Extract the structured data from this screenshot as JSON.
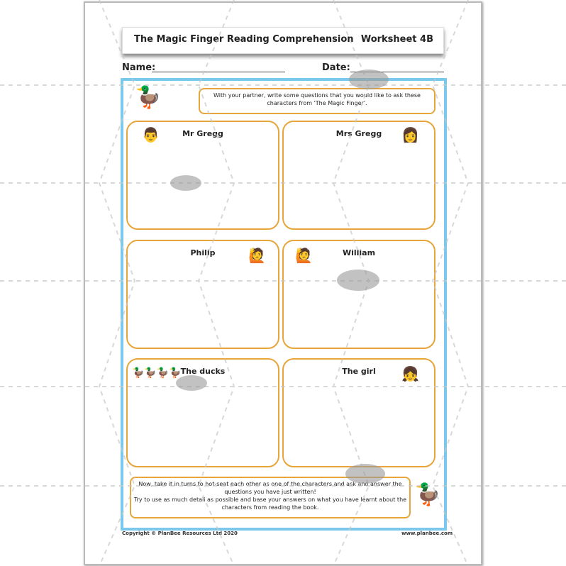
{
  "header": {
    "title": "The Magic Finger Reading Comprehension",
    "worksheet": "Worksheet 4B"
  },
  "fields": {
    "name_label": "Name:",
    "date_label": "Date:"
  },
  "instructions": {
    "top": "With your partner, write some questions that you would like to ask these characters from 'The Magic Finger'.",
    "bottom_1": "Now, take it in turns to hot-seat each other as one of the characters and ask and answer the questions you have just written!",
    "bottom_2": "Try to use as much detail as possible and base your answers on what you have learnt about the characters from reading the book."
  },
  "characters": [
    {
      "name": "Mr Gregg"
    },
    {
      "name": "Mrs Gregg"
    },
    {
      "name": "Philip"
    },
    {
      "name": "William"
    },
    {
      "name": "The ducks"
    },
    {
      "name": "The girl"
    }
  ],
  "footer": {
    "copyright": "Copyright © PlanBee Resources Ltd 2020",
    "website": "www.planbee.com"
  },
  "colors": {
    "frame": "#7cc8ec",
    "boxes": "#e8a53a"
  }
}
